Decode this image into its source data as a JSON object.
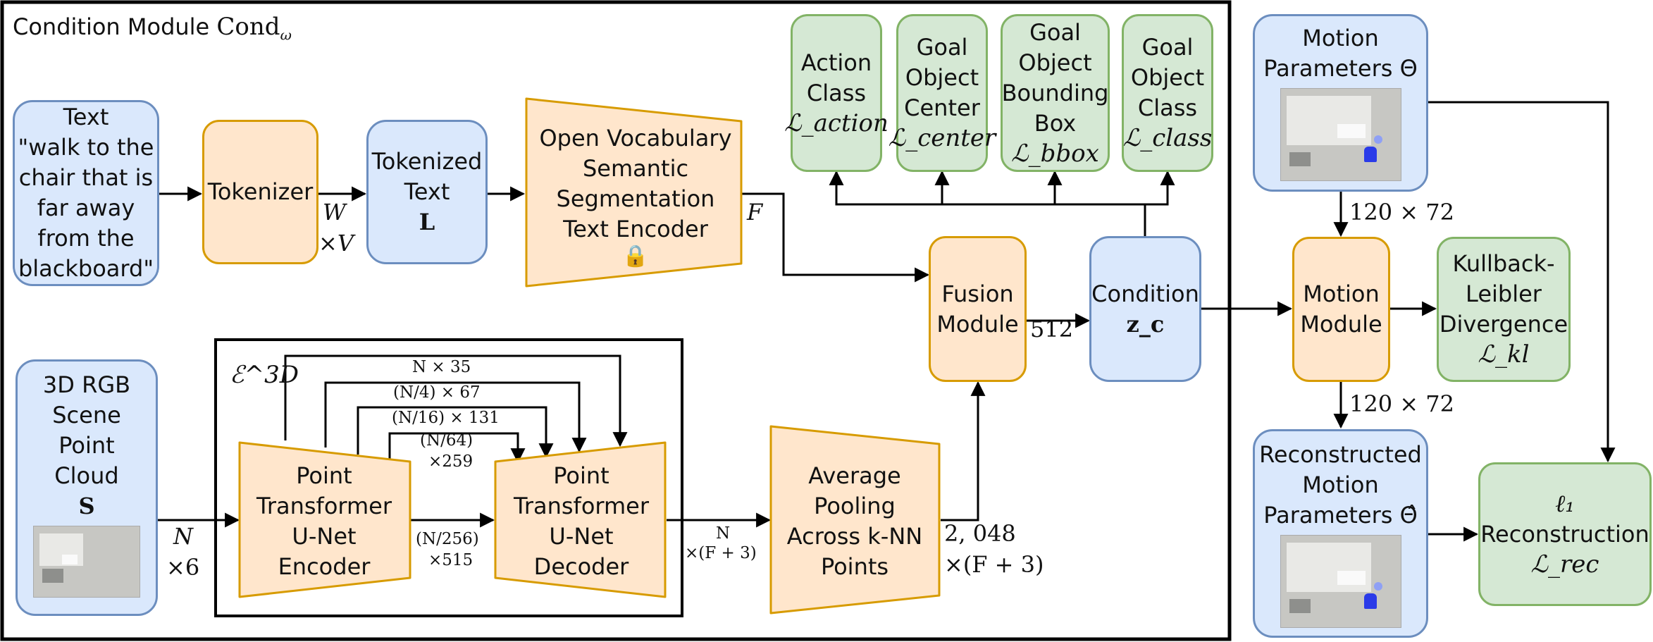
{
  "module_title": "Condition Module",
  "module_title_math": "Cond",
  "module_title_sub": "ω",
  "colors": {
    "blue_fill": "#dae8fc",
    "blue_stroke": "#6c8ebf",
    "green_fill": "#d5e8d4",
    "green_stroke": "#82b366",
    "orange_fill": "#ffe6cc",
    "orange_stroke": "#d79b00"
  },
  "nodes": {
    "text_input": [
      "Text",
      "\"walk to the",
      "chair that is",
      "far away",
      "from the",
      "blackboard\""
    ],
    "tokenizer": "Tokenizer",
    "tokenized_text": [
      "Tokenized",
      "Text"
    ],
    "tokenized_text_symbol": "L",
    "ov_encoder": [
      "Open Vocabulary",
      "Semantic",
      "Segmentation",
      "Text Encoder"
    ],
    "lock_icon": "🔒",
    "action_class": [
      "Action",
      "Class"
    ],
    "action_loss": "ℒ_action",
    "goal_center": [
      "Goal",
      "Object",
      "Center"
    ],
    "goal_center_loss": "ℒ_center",
    "goal_bbox": [
      "Goal",
      "Object",
      "Bounding",
      "Box"
    ],
    "goal_bbox_loss": "ℒ_bbox",
    "goal_class": [
      "Goal",
      "Object",
      "Class"
    ],
    "goal_class_loss": "ℒ_class",
    "fusion": [
      "Fusion",
      "Module"
    ],
    "condition": "Condition",
    "condition_symbol": "z_c",
    "point_cloud": [
      "3D RGB",
      "Scene",
      "Point",
      "Cloud"
    ],
    "point_cloud_symbol": "S",
    "encoder_label": "ℰ^3D",
    "pt_encoder": [
      "Point",
      "Transformer",
      "U-Net",
      "Encoder"
    ],
    "pt_decoder": [
      "Point",
      "Transformer",
      "U-Net",
      "Decoder"
    ],
    "avg_pool": [
      "Average",
      "Pooling",
      "Across k-NN",
      "Points"
    ],
    "motion_params": [
      "Motion",
      "Parameters Θ"
    ],
    "motion_module": [
      "Motion",
      "Module"
    ],
    "kl": [
      "Kullback-",
      "Leibler",
      "Divergence"
    ],
    "kl_loss": "ℒ_kl",
    "recon_params": [
      "Reconstructed",
      "Motion",
      "Parameters Θ̂"
    ],
    "l1": "ℓ₁",
    "l1_label": "Reconstruction",
    "l1_loss": "ℒ_rec"
  },
  "edge_labels": {
    "tok_wv_1": "W",
    "tok_wv_2": "×V",
    "enc_f": "F",
    "fusion_512": "512",
    "skip_1": "N ×  35",
    "skip_2": "(N/4) ×  67",
    "skip_3": "(N/16) × 131",
    "skip_4a": "(N/64)",
    "skip_4b": "×259",
    "bottleneck_a": "(N/256)",
    "bottleneck_b": "×515",
    "pc_n": "N",
    "pc_6": "×6",
    "dec_n": "N",
    "dec_f3": "×(F + 3)",
    "pool_2048": "2, 048",
    "pool_f3": "×(F + 3)",
    "motion_dims_top": "120 × 72",
    "motion_dims_bottom": "120 × 72"
  }
}
